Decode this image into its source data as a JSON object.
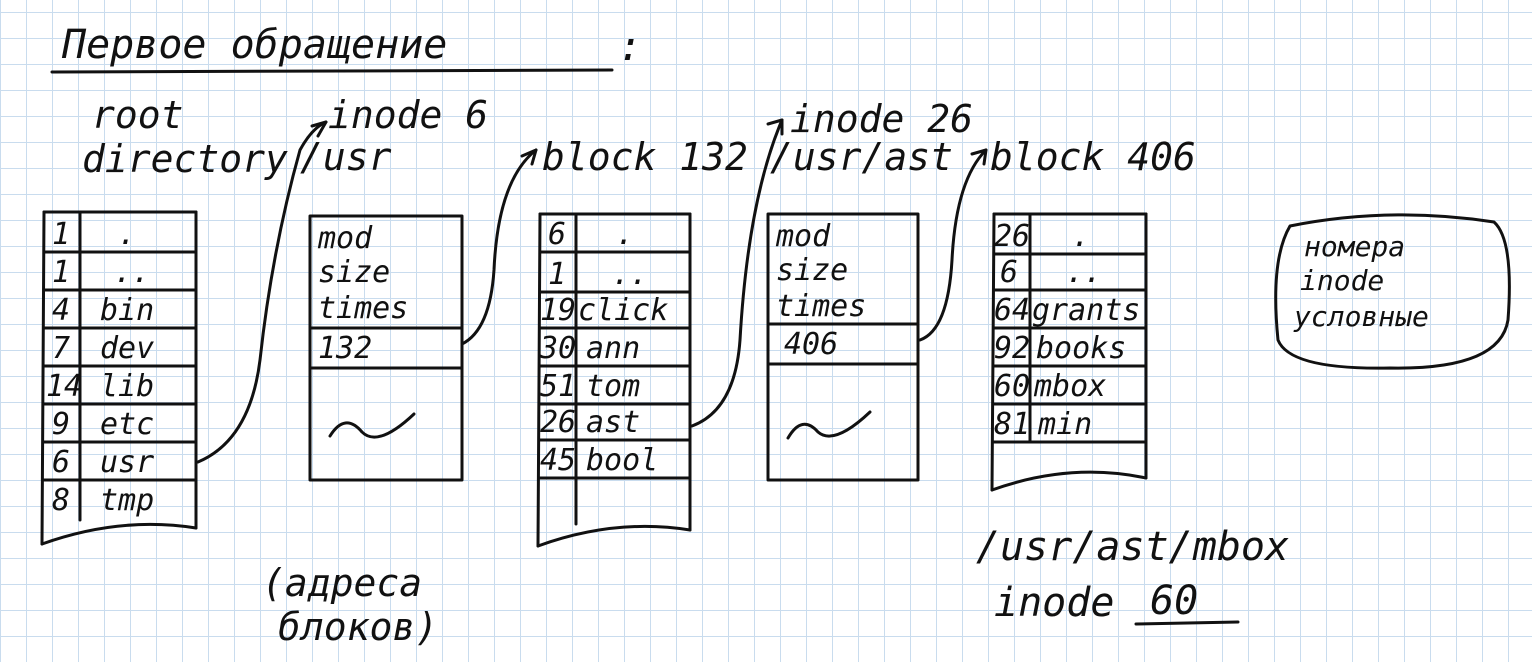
{
  "title": "Первое обращение",
  "title_colon": ":",
  "labels": {
    "root_line1": "root",
    "root_line2": "directory",
    "inode6_line1": "inode 6",
    "inode6_line2": "/usr",
    "block132": "block 132",
    "inode26_line1": "inode 26",
    "inode26_line2": "/usr/ast",
    "block406": "block 406"
  },
  "root_directory": [
    {
      "num": "1",
      "name": "."
    },
    {
      "num": "1",
      "name": ".."
    },
    {
      "num": "4",
      "name": "bin"
    },
    {
      "num": "7",
      "name": "dev"
    },
    {
      "num": "14",
      "name": "lib"
    },
    {
      "num": "9",
      "name": "etc"
    },
    {
      "num": "6",
      "name": "usr"
    },
    {
      "num": "8",
      "name": "tmp"
    }
  ],
  "inode6": {
    "mod": "mod",
    "size": "size",
    "times": "times",
    "addr": "132"
  },
  "block132": [
    {
      "num": "6",
      "name": "."
    },
    {
      "num": "1",
      "name": ".."
    },
    {
      "num": "19",
      "name": "click"
    },
    {
      "num": "30",
      "name": "ann"
    },
    {
      "num": "51",
      "name": "tom"
    },
    {
      "num": "26",
      "name": "ast"
    },
    {
      "num": "45",
      "name": "bool"
    }
  ],
  "inode26": {
    "mod": "mod",
    "size": "size",
    "times": "times",
    "addr": "406"
  },
  "block406": [
    {
      "num": "26",
      "name": "."
    },
    {
      "num": "6",
      "name": ".."
    },
    {
      "num": "64",
      "name": "grants"
    },
    {
      "num": "92",
      "name": "books"
    },
    {
      "num": "60",
      "name": "mbox"
    },
    {
      "num": "81",
      "name": "min"
    }
  ],
  "note": {
    "line1": "номера",
    "line2": "inode",
    "line3": "условные"
  },
  "block_addr_note": {
    "line1": "(адреса",
    "line2": "блоков)"
  },
  "result": {
    "path": "/usr/ast/mbox",
    "inode_label": "inode",
    "inode_value": "60"
  }
}
